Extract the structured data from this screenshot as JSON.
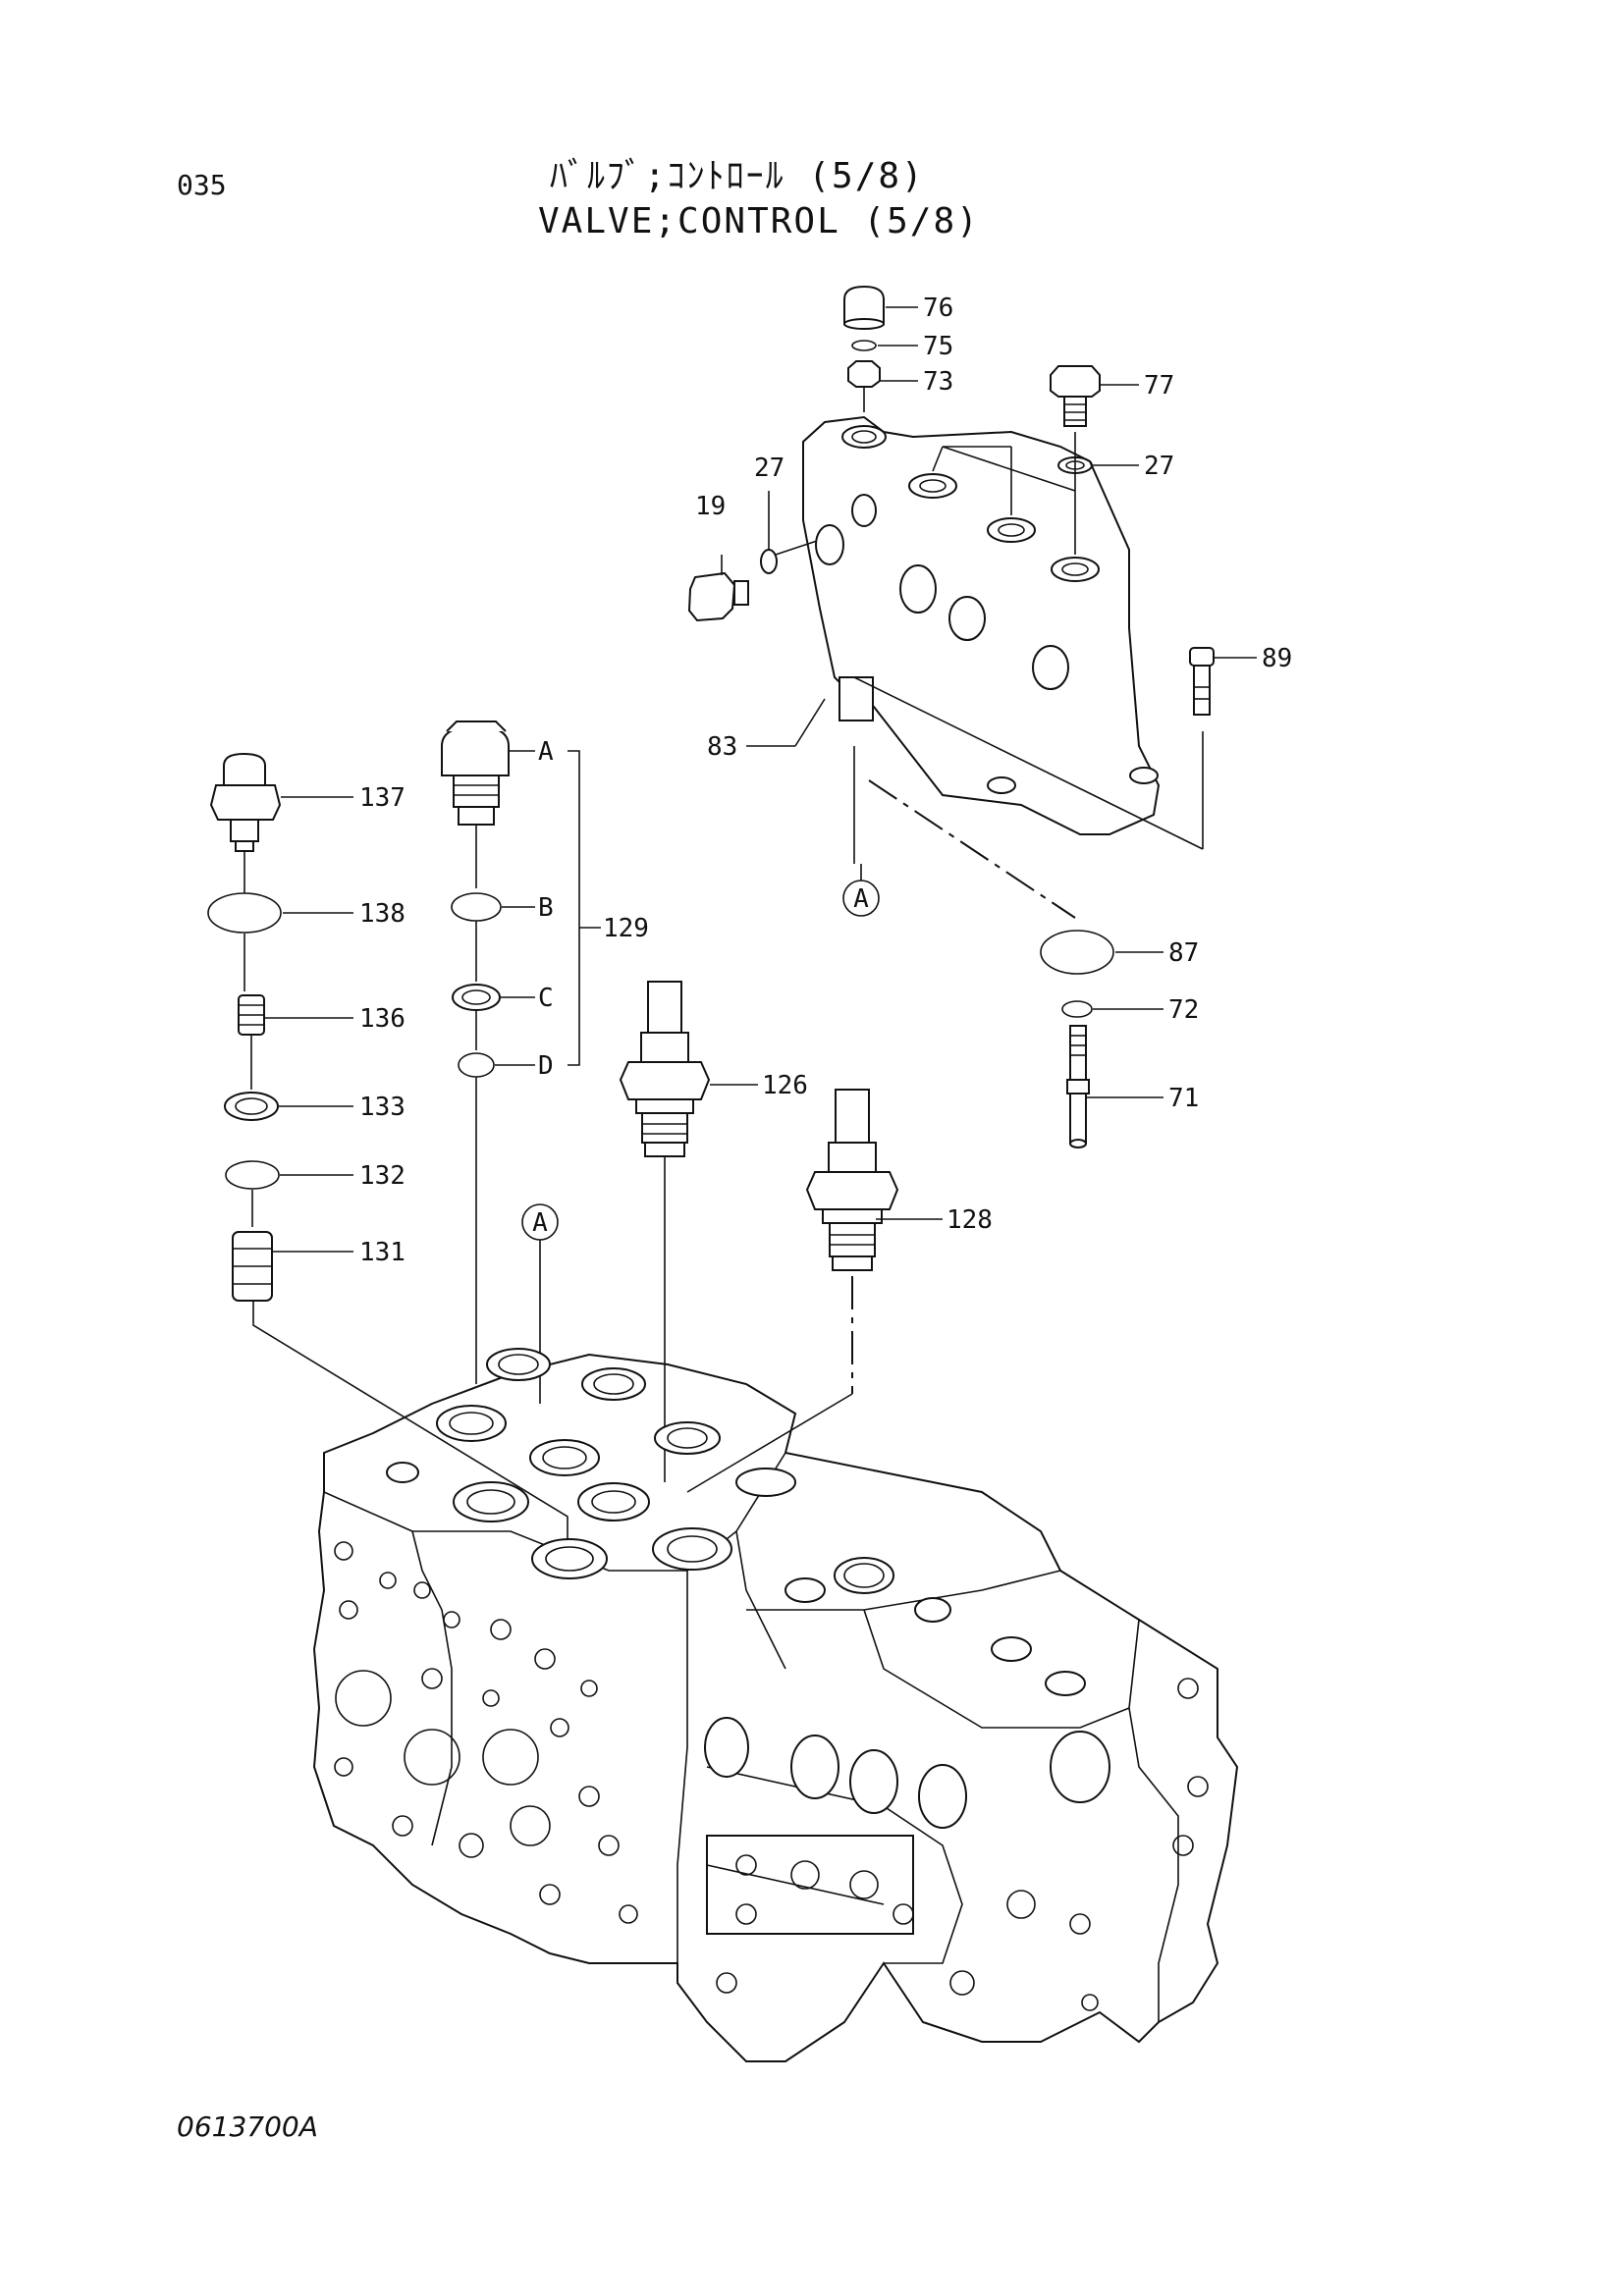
{
  "header": {
    "page_number": "035",
    "title_jp": "ﾊﾞﾙﾌﾞ;ｺﾝﾄﾛｰﾙ (5/8)",
    "title_en": "VALVE;CONTROL (5/8)"
  },
  "footer": {
    "drawing_number": "0613700A"
  },
  "callouts": {
    "p76": "76",
    "p75": "75",
    "p73": "73",
    "p77": "77",
    "p27a": "27",
    "p27b": "27",
    "p19": "19",
    "p89": "89",
    "p83": "83",
    "p137": "137",
    "p138": "138",
    "p136": "136",
    "p133": "133",
    "p132": "132",
    "p131": "131",
    "p129": "129",
    "p126": "126",
    "p128": "128",
    "p87": "87",
    "p72": "72",
    "p71": "71",
    "sub_a": "A",
    "sub_b": "B",
    "sub_c": "C",
    "sub_d": "D",
    "ref_a_top": "A",
    "ref_a_bottom": "A"
  }
}
